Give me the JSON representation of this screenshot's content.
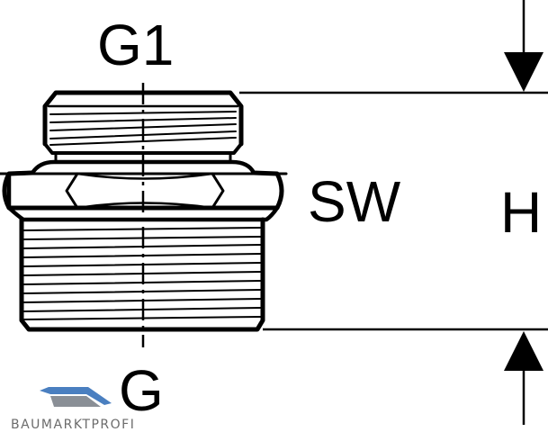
{
  "labels": {
    "top_thread": "G1",
    "bottom_thread": "G",
    "wrench_size": "SW",
    "height": "H"
  },
  "logo": {
    "text": "BAUMARKTPROFI",
    "colors": {
      "blue": "#4a7fc0",
      "gray": "#8a8f96"
    }
  }
}
